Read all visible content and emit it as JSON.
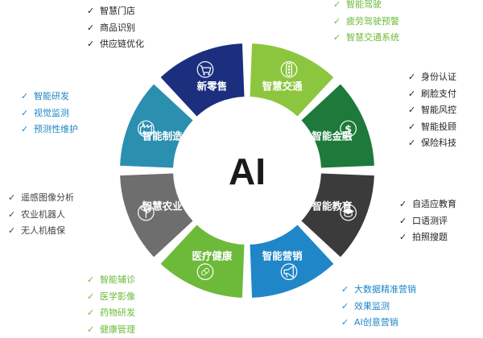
{
  "center": {
    "title": "AI"
  },
  "segments": [
    {
      "key": "retail",
      "label": "新零售",
      "color": "#1b2f7e",
      "icon": "cart-icon",
      "items": [
        "智慧门店",
        "商品识别",
        "供应链优化"
      ]
    },
    {
      "key": "traffic",
      "label": "智慧交通",
      "color": "#8cc63f",
      "icon": "traffic-light-icon",
      "items": [
        "智能驾驶",
        "疲劳驾驶预警",
        "智慧交通系统"
      ]
    },
    {
      "key": "finance",
      "label": "智能金融",
      "color": "#1d7a3b",
      "icon": "dollar-icon",
      "items": [
        "身份认证",
        "刷脸支付",
        "智能风控",
        "智能投顾",
        "保险科技"
      ]
    },
    {
      "key": "education",
      "label": "智能教育",
      "color": "#3b3b3b",
      "icon": "graduation-cap-icon",
      "items": [
        "自适应教育",
        "口语测评",
        "拍照搜题"
      ]
    },
    {
      "key": "marketing",
      "label": "智能营销",
      "color": "#1f86c8",
      "icon": "megaphone-icon",
      "items": [
        "大数据精准营销",
        "效果监测",
        "AI创意营销"
      ]
    },
    {
      "key": "health",
      "label": "医疗健康",
      "color": "#6dba3b",
      "icon": "pill-icon",
      "items": [
        "智能辅诊",
        "医学影像",
        "药物研发",
        "健康管理"
      ]
    },
    {
      "key": "agriculture",
      "label": "智慧农业",
      "color": "#6e6e6e",
      "icon": "sprout-icon",
      "items": [
        "遥感图像分析",
        "农业机器人",
        "无人机植保"
      ]
    },
    {
      "key": "manufacturing",
      "label": "智能制造",
      "color": "#2b8fb0",
      "icon": "factory-icon",
      "items": [
        "智能研发",
        "视觉监测",
        "预测性维护"
      ]
    }
  ]
}
